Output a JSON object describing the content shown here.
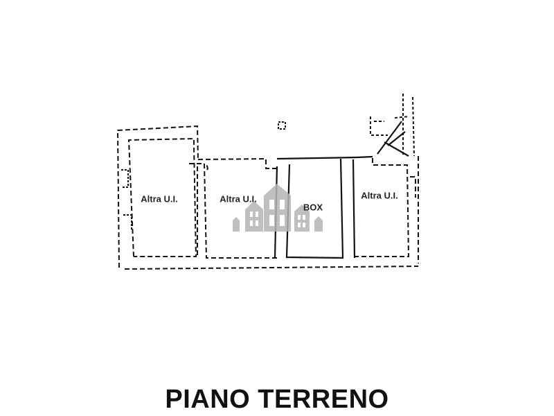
{
  "plan": {
    "rooms": [
      {
        "label": "Altra U.I."
      },
      {
        "label": "Altra U.I."
      },
      {
        "label": "BOX"
      },
      {
        "label": "Altra U.I."
      }
    ],
    "title": "PIANO TERRENO"
  },
  "colors": {
    "line": "#111111",
    "watermark": "#b5b5b5"
  }
}
